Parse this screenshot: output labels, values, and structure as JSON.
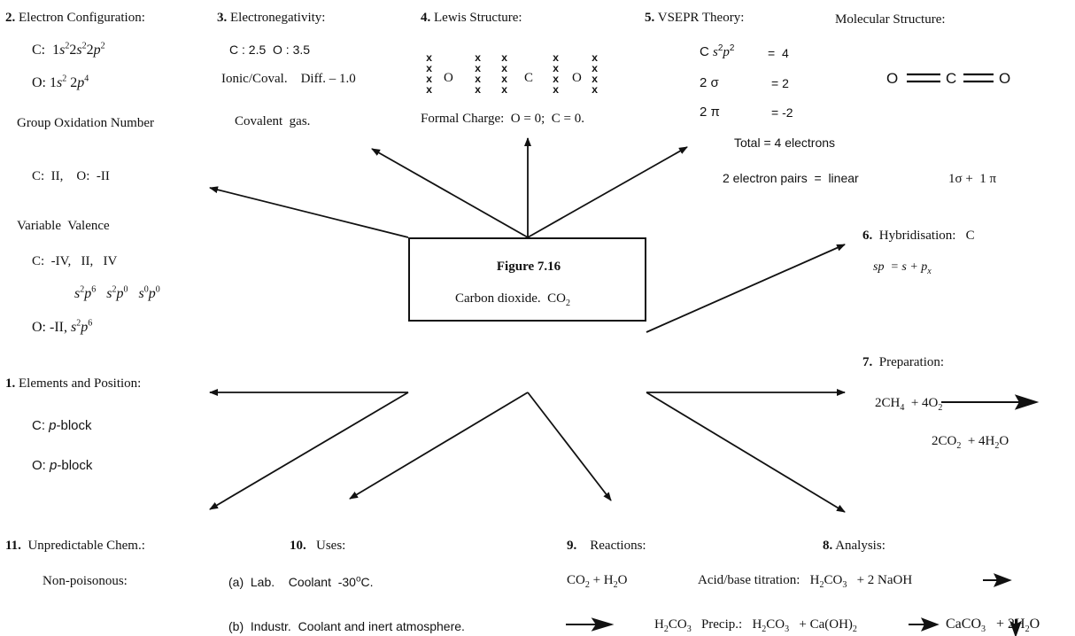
{
  "center": {
    "title": "Figure 7.16",
    "subtitle": "Carbon dioxide.",
    "formula": "CO",
    "formula_sub": "2"
  },
  "s1": {
    "heading_num": "1.",
    "heading": "Elements and Position:",
    "c_pre": "C:",
    "c_block": "p",
    "c_post": "-block",
    "o_pre": "O:",
    "o_block": "p",
    "o_post": "-block"
  },
  "s2": {
    "heading_num": "2.",
    "heading": "Electron Configuration:",
    "c_label": "C:",
    "o_label": "O:",
    "gon_heading": "Group Oxidation Number",
    "gon_values": "C:  II,    O:  -II",
    "vv_heading": "Variable  Valence",
    "vv_c": "C:  -IV,   II,   IV",
    "vv_o": "O:  -II,"
  },
  "s3": {
    "heading_num": "3.",
    "heading": "Electronegativity:",
    "line1": "C : 2.5  O : 3.5",
    "line2a": "Ionic/Coval.",
    "line2b": "Diff. – 1.0",
    "line3": "Covalent  gas."
  },
  "s4": {
    "heading_num": "4.",
    "heading": "Lewis Structure:",
    "atoms": [
      "O",
      "C",
      "O"
    ],
    "electron_mark": "x",
    "formal_charge": "Formal Charge:  O = 0;  C = 0."
  },
  "s5": {
    "heading_num": "5.",
    "heading": "VSEPR Theory:",
    "ms_heading": "Molecular Structure:",
    "row1_label": "C",
    "row1_value": "=  4",
    "row2_label": "2 σ",
    "row2_value": "= 2",
    "row3_label": "2 π",
    "row3_value": "= -2",
    "total": "Total = 4 electrons",
    "pairs": "2 electron pairs  =  linear",
    "bonds": "1σ +  1 π",
    "structure": [
      "O",
      "C",
      "O"
    ]
  },
  "s6": {
    "heading_num": "6.",
    "heading": "Hybridisation:",
    "element": "C"
  },
  "s7": {
    "heading_num": "7.",
    "heading": "Preparation:"
  },
  "s8": {
    "heading_num": "8.",
    "heading": "Analysis:",
    "line1": "Acid/base titration:",
    "line2": "Precip.:"
  },
  "s9": {
    "heading_num": "9.",
    "heading": "Reactions:"
  },
  "s10": {
    "heading_num": "10.",
    "heading": "Uses:",
    "lab_pre": "(a)  Lab.",
    "lab": "Coolant  -30",
    "ind_pre": "(b)  Industr.",
    "ind": "Coolant and inert atmosphere."
  },
  "s11": {
    "heading_num": "11.",
    "heading": "Unpredictable Chem.:",
    "line1": "Non-poisonous:"
  }
}
